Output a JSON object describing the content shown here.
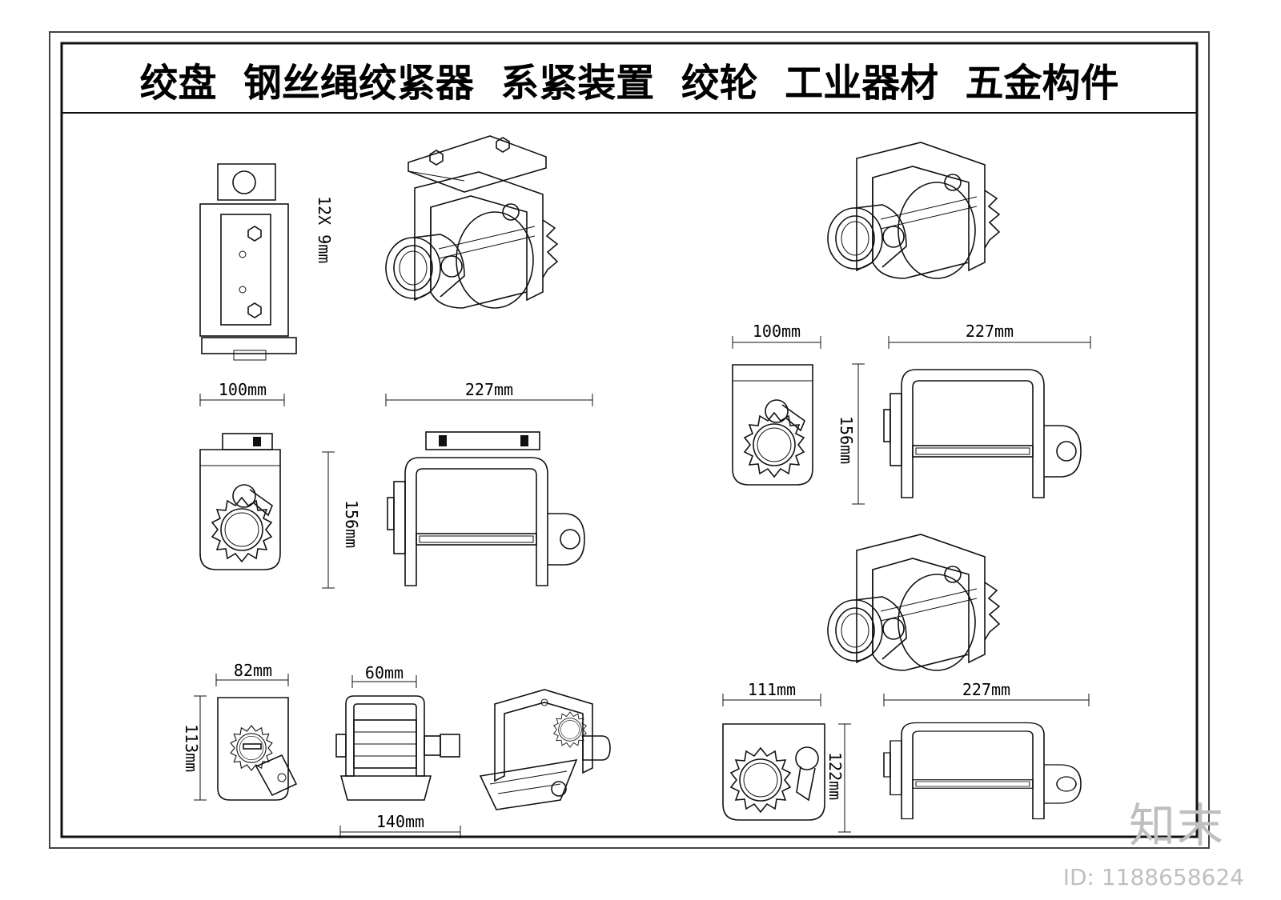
{
  "title": "绞盘  钢丝绳绞紧器  系紧装置  绞轮  工业器材  五金构件",
  "dimensions": {
    "d1_width": "100mm",
    "d1_length": "227mm",
    "d1_height": "156mm",
    "d1_bolt": "12X 9mm",
    "d2_width": "82mm",
    "d2_height": "113mm",
    "d2_top": "60mm",
    "d2_bottom": "140mm",
    "d3_width": "100mm",
    "d3_length": "227mm",
    "d3_height": "156mm",
    "d4_width": "111mm",
    "d4_length": "227mm",
    "d4_height": "122mm"
  },
  "watermark": {
    "logo": "知末",
    "id": "ID: 1188658624"
  }
}
